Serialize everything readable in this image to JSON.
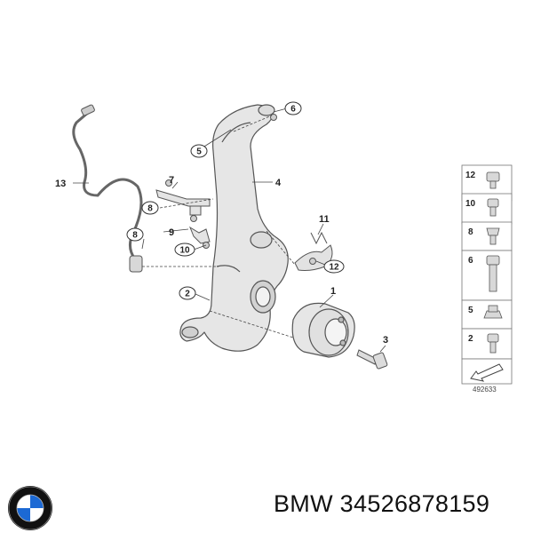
{
  "diagram": {
    "callouts": [
      {
        "id": "c1",
        "label": "1"
      },
      {
        "id": "c2",
        "label": "2"
      },
      {
        "id": "c3",
        "label": "3"
      },
      {
        "id": "c4",
        "label": "4"
      },
      {
        "id": "c5",
        "label": "5"
      },
      {
        "id": "c6",
        "label": "6"
      },
      {
        "id": "c7",
        "label": "7"
      },
      {
        "id": "c8a",
        "label": "8"
      },
      {
        "id": "c8b",
        "label": "8"
      },
      {
        "id": "c9",
        "label": "9"
      },
      {
        "id": "c10",
        "label": "10"
      },
      {
        "id": "c11",
        "label": "11"
      },
      {
        "id": "c12",
        "label": "12"
      },
      {
        "id": "c13",
        "label": "13"
      }
    ],
    "fastener_panel": [
      "12",
      "10",
      "8",
      "6",
      "5",
      "2"
    ],
    "diagram_number": "492633"
  },
  "footer": {
    "brand_logo": "BMW",
    "text": "BMW 34526878159"
  },
  "colors": {
    "part_fill": "#e6e6e6",
    "part_stroke": "#555555",
    "bmw_blue": "#1c69d4"
  }
}
